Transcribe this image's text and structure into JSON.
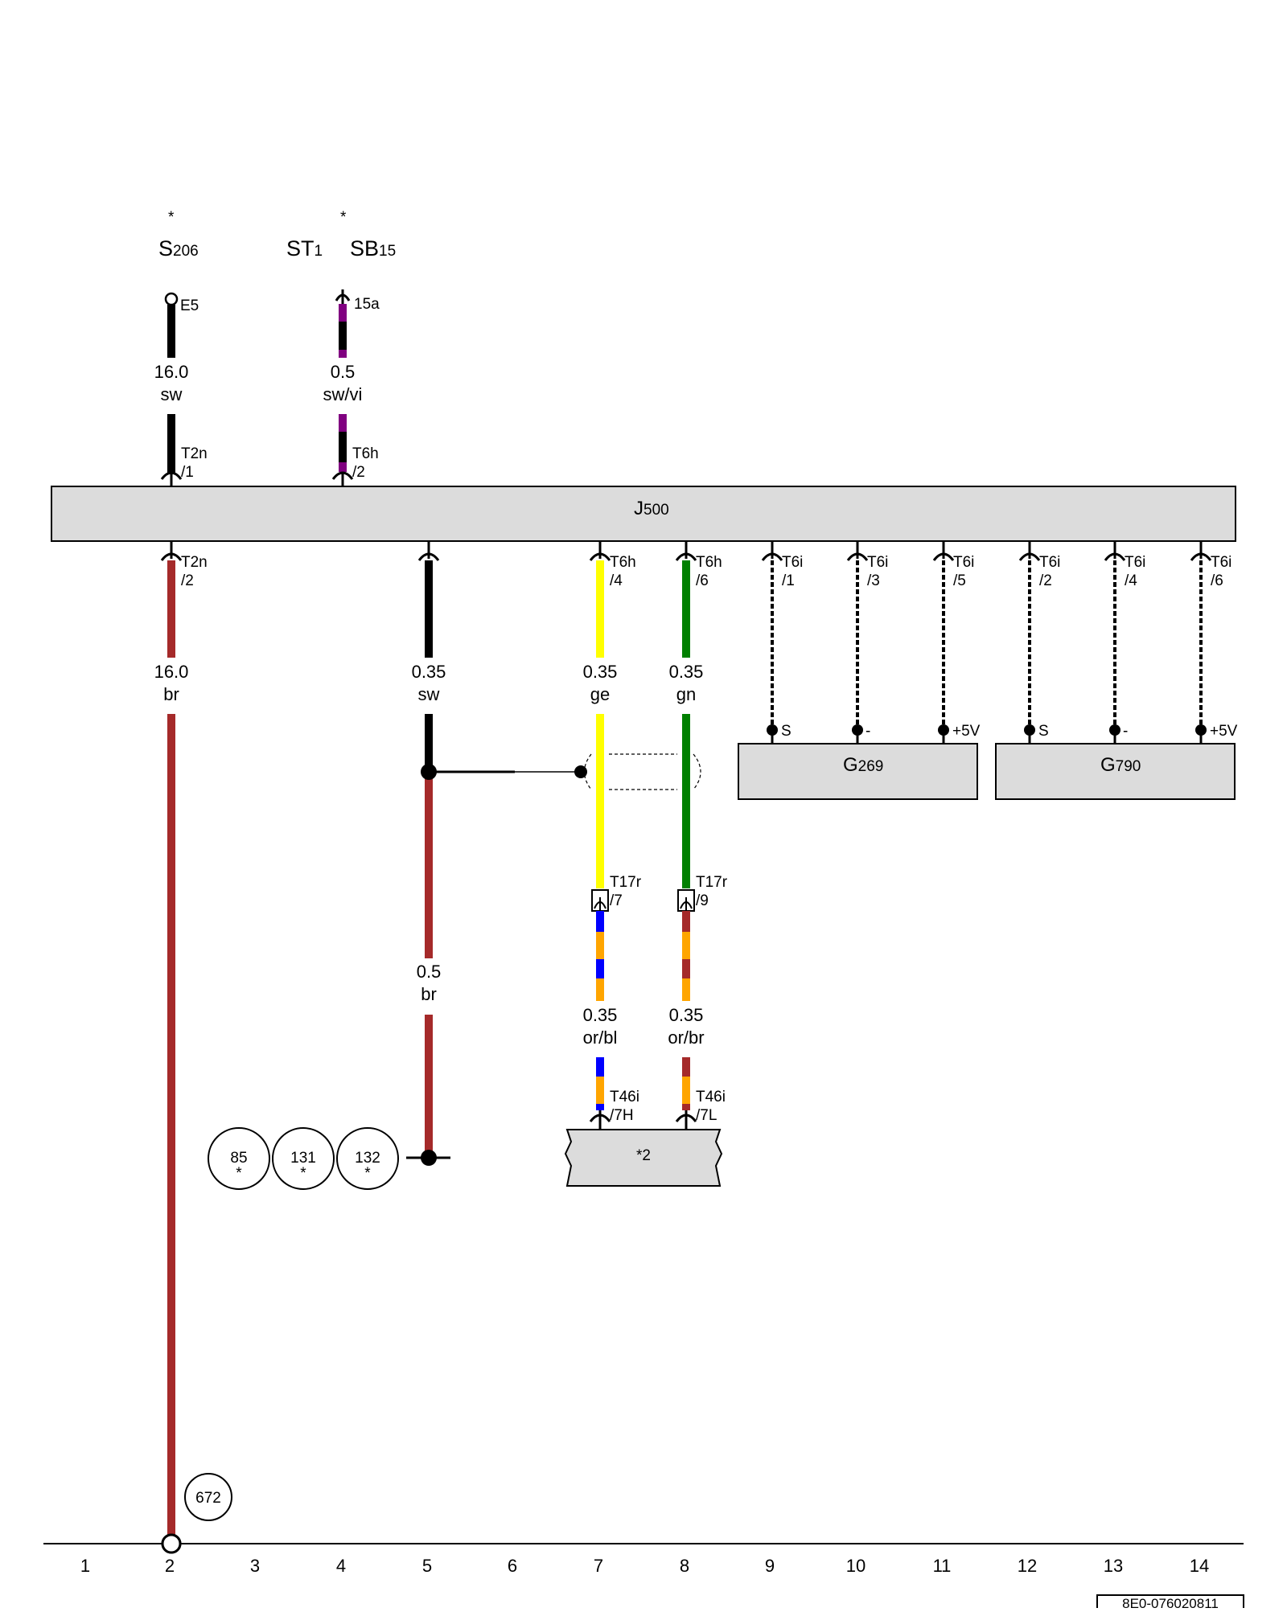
{
  "components": {
    "s206": {
      "main": "S",
      "sub": "206",
      "star": "*"
    },
    "st1": {
      "main": "ST",
      "sub": "1"
    },
    "sb15": {
      "main": "SB",
      "sub": "15",
      "star": "*"
    },
    "j500": {
      "main": "J",
      "sub": "500"
    },
    "g269": {
      "main": "G",
      "sub": "269"
    },
    "g790": {
      "main": "G",
      "sub": "790"
    },
    "ref2": "*2"
  },
  "top_pins": {
    "e5": "E5",
    "p15a": "15a",
    "t2n1": {
      "a": "T2n",
      "b": "/1"
    },
    "t6h2": {
      "a": "T6h",
      "b": "/2"
    }
  },
  "bottom_pins": {
    "t2n2": {
      "a": "T2n",
      "b": "/2"
    },
    "t6h4": {
      "a": "T6h",
      "b": "/4"
    },
    "t6h6": {
      "a": "T6h",
      "b": "/6"
    },
    "t6i1": {
      "a": "T6i",
      "b": "/1"
    },
    "t6i3": {
      "a": "T6i",
      "b": "/3"
    },
    "t6i5": {
      "a": "T6i",
      "b": "/5"
    },
    "t6i2": {
      "a": "T6i",
      "b": "/2"
    },
    "t6i4": {
      "a": "T6i",
      "b": "/4"
    },
    "t6i6": {
      "a": "T6i",
      "b": "/6"
    },
    "t17r7": {
      "a": "T17r",
      "b": "/7"
    },
    "t17r9": {
      "a": "T17r",
      "b": "/9"
    },
    "t46i7h": {
      "a": "T46i",
      "b": "/7H"
    },
    "t46i7l": {
      "a": "T46i",
      "b": "/7L"
    }
  },
  "wires": {
    "w1": {
      "size": "16.0",
      "color": "sw"
    },
    "w2": {
      "size": "0.5",
      "color": "sw/vi"
    },
    "w3": {
      "size": "16.0",
      "color": "br"
    },
    "w4": {
      "size": "0.35",
      "color": "sw"
    },
    "w5": {
      "size": "0.35",
      "color": "ge"
    },
    "w6": {
      "size": "0.35",
      "color": "gn"
    },
    "w7": {
      "size": "0.5",
      "color": "br"
    },
    "w8": {
      "size": "0.35",
      "color": "or/bl"
    },
    "w9": {
      "size": "0.35",
      "color": "or/br"
    }
  },
  "sensor_pins": {
    "s": "S",
    "minus": "-",
    "plus5v": "+5V"
  },
  "ground_refs": [
    {
      "num": "85",
      "star": "*"
    },
    {
      "num": "131",
      "star": "*"
    },
    {
      "num": "132",
      "star": "*"
    }
  ],
  "ref672": "672",
  "grid_numbers": [
    "1",
    "2",
    "3",
    "4",
    "5",
    "6",
    "7",
    "8",
    "9",
    "10",
    "11",
    "12",
    "13",
    "14"
  ],
  "doc_id": "8E0-076020811",
  "colors": {
    "black": "#000000",
    "brown": "#a52a2a",
    "yellow": "#ffff00",
    "green": "#008000",
    "violet": "#800080",
    "blue": "#0000ff",
    "orange": "#ffa500",
    "box_fill": "#dcdcdc"
  }
}
